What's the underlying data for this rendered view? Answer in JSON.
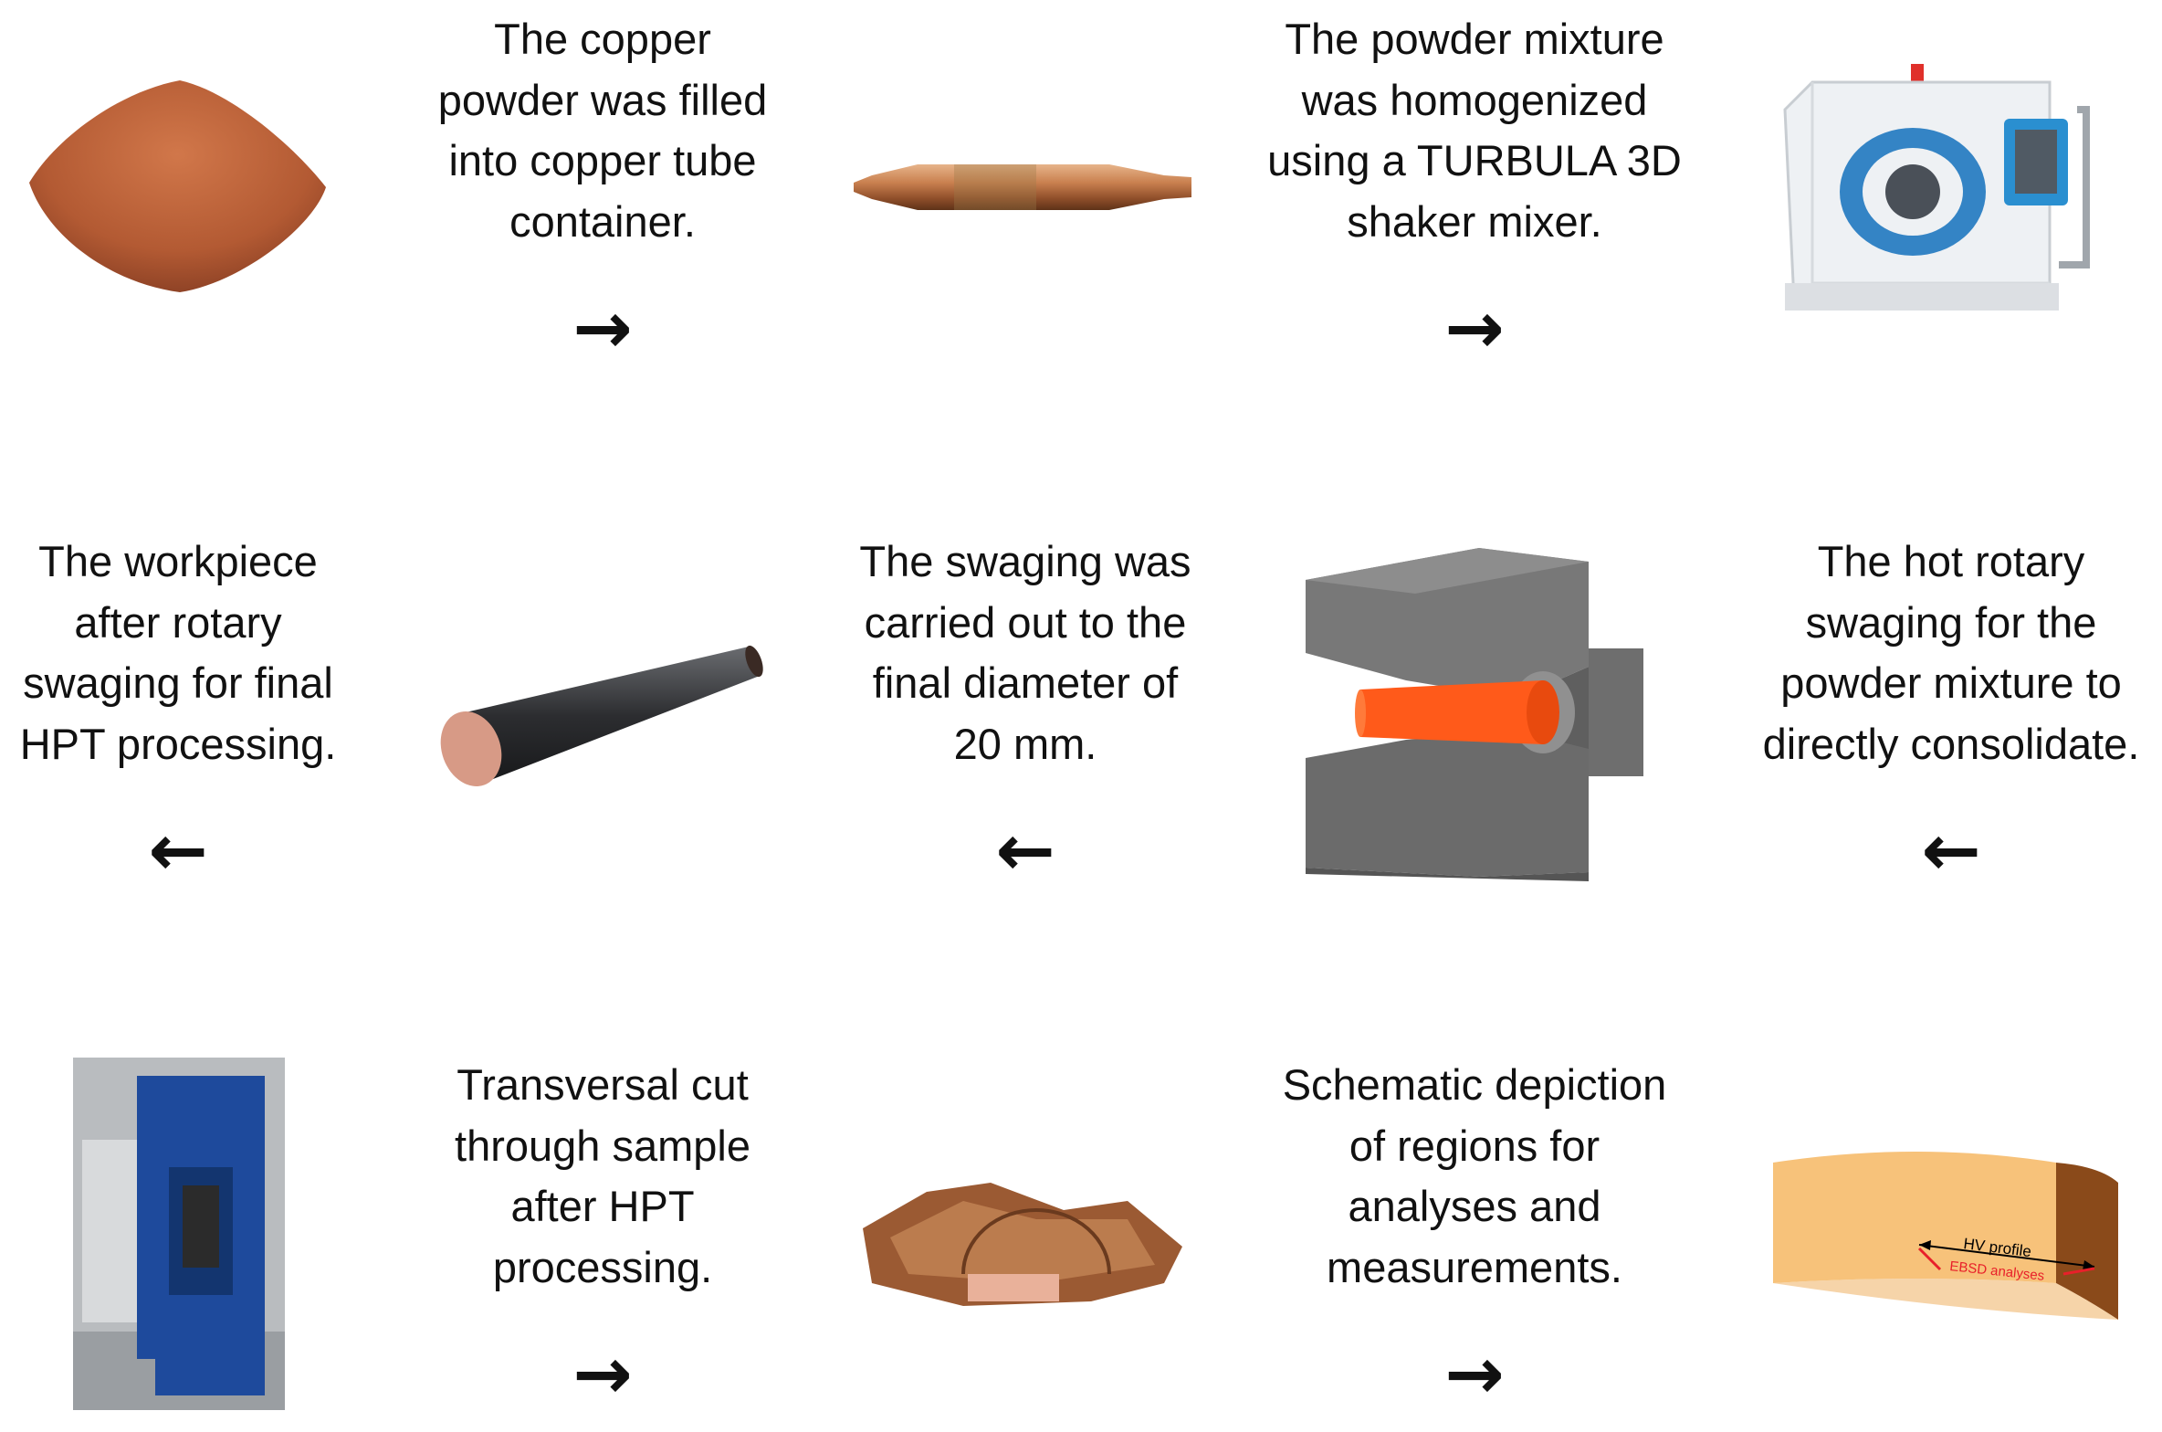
{
  "steps": [
    {
      "id": "fill",
      "lines": [
        "The copper",
        "powder was filled",
        "into copper tube",
        "container."
      ],
      "arrow": "→"
    },
    {
      "id": "mix",
      "lines": [
        "The powder mixture",
        "was homogenized",
        "using a TURBULA 3D",
        "shaker mixer."
      ],
      "arrow": "→"
    },
    {
      "id": "hot",
      "lines": [
        "The hot rotary",
        "swaging for the",
        "powder mixture to",
        "directly consolidate."
      ],
      "arrow": "←"
    },
    {
      "id": "swage",
      "lines": [
        "The swaging was",
        "carried out to the",
        "final diameter of",
        "20 mm."
      ],
      "arrow": "←"
    },
    {
      "id": "workpiece",
      "lines": [
        "The workpiece",
        "after rotary",
        "swaging for final",
        "HPT processing."
      ],
      "arrow": "←"
    },
    {
      "id": "cut",
      "lines": [
        "Transversal cut",
        "through sample",
        "after HPT",
        "processing."
      ],
      "arrow": "→"
    },
    {
      "id": "schematic",
      "lines": [
        "Schematic depiction",
        "of regions for",
        "analyses and",
        "measurements."
      ],
      "arrow": "→"
    }
  ],
  "schematic_labels": {
    "hv": "HV profile",
    "ebsd": "EBSD analyses"
  },
  "colors": {
    "copper": "#b85a32",
    "tube": "#c98a5a",
    "mixer": "#2a8fd0",
    "die": "#6b6b6b",
    "hot_workpiece": "#ff5a1a",
    "sample_disk": "#f7c27a",
    "red_label": "#e8202a"
  },
  "icons": [
    "copper-powder-image",
    "copper-tube-image",
    "turbula-mixer-image",
    "rotary-swaging-dies-image",
    "swaged-rod-image",
    "hpt-press-image",
    "cut-sample-image",
    "schematic-disk-image"
  ]
}
